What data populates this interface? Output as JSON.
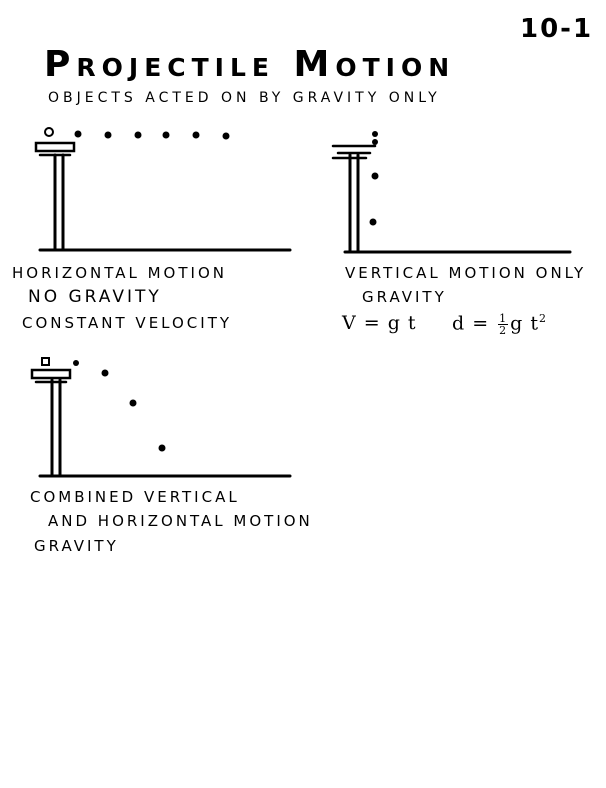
{
  "page_number": "10-1",
  "title": "Projectile Motion",
  "subtitle": "OBJECTS ACTED ON BY GRAVITY ONLY",
  "panels": {
    "horizontal": {
      "caption_line1": "HORIZONTAL MOTION",
      "caption_line2": "NO GRAVITY",
      "caption_line3": "CONSTANT VELOCITY"
    },
    "vertical": {
      "caption_line1": "VERTICAL MOTION ONLY",
      "caption_line2": "GRAVITY",
      "formula_velocity": "V = g t",
      "formula_distance_lhs": "d =",
      "formula_distance_frac_num": "1",
      "formula_distance_frac_den": "2",
      "formula_distance_rhs": "g t",
      "formula_distance_exp": "2"
    },
    "combined": {
      "caption_line1": "COMBINED VERTICAL",
      "caption_line2": "AND HORIZONTAL MOTION",
      "caption_line3": "GRAVITY"
    }
  }
}
